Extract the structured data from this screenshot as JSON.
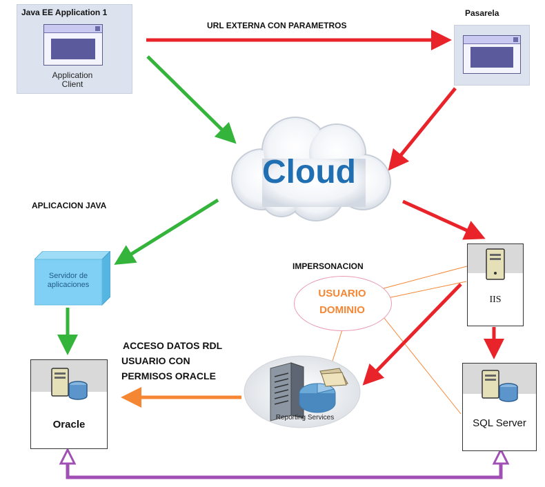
{
  "java_app": {
    "title": "Java EE Application 1",
    "caption_line1": "Application",
    "caption_line2": "Client"
  },
  "pasarela": {
    "title": "Pasarela"
  },
  "url_label": "URL EXTERNA CON PARAMETROS",
  "cloud": {
    "label": "Cloud"
  },
  "aplicacion_java": "APLICACION JAVA",
  "servidor": {
    "line1": "Servidor de",
    "line2": "aplicaciones"
  },
  "impersonacion": "IMPERSONACION",
  "usuario_dominio": {
    "line1": "USUARIO",
    "line2": "DOMINIO"
  },
  "iis": {
    "label": "IIS"
  },
  "acceso": {
    "line1": "ACCESO DATOS RDL",
    "line2": "USUARIO CON",
    "line3": "PERMISOS ORACLE"
  },
  "reporting": {
    "label": "Reporting Services"
  },
  "oracle": {
    "label": "Oracle"
  },
  "sqlserver": {
    "label": "SQL Server"
  },
  "colors": {
    "red": "#e8232a",
    "green": "#34b43a",
    "orange": "#f58634",
    "purple": "#a050b4",
    "cloud_text": "#1f6fb2",
    "usuario_text": "#f58634"
  }
}
